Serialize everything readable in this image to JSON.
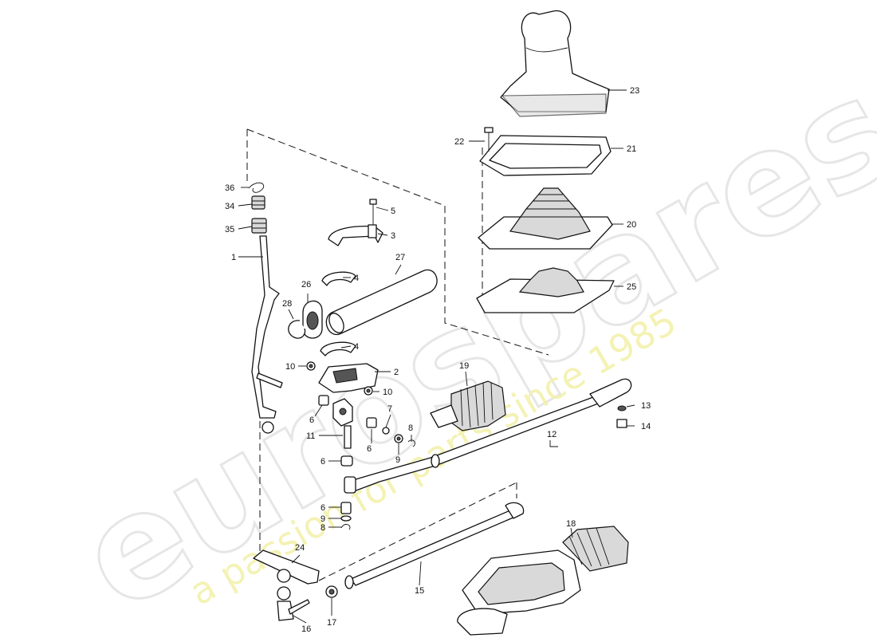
{
  "watermark": {
    "brand": "eurospares",
    "tagline": "a passion for parts since 1985"
  },
  "callouts": {
    "c1": "1",
    "c2": "2",
    "c3": "3",
    "c4a": "4",
    "c4b": "4",
    "c5": "5",
    "c6a": "6",
    "c6b": "6",
    "c6c": "6",
    "c6d": "6",
    "c7": "7",
    "c8a": "8",
    "c8b": "8",
    "c9a": "9",
    "c9b": "9",
    "c10a": "10",
    "c10b": "10",
    "c11": "11",
    "c12": "12",
    "c13": "13",
    "c14": "14",
    "c15": "15",
    "c16": "16",
    "c17": "17",
    "c18": "18",
    "c19": "19",
    "c20": "20",
    "c21": "21",
    "c22": "22",
    "c23": "23",
    "c24": "24",
    "c25": "25",
    "c26": "26",
    "c27": "27",
    "c28": "28",
    "c34": "34",
    "c35": "35",
    "c36": "36"
  }
}
